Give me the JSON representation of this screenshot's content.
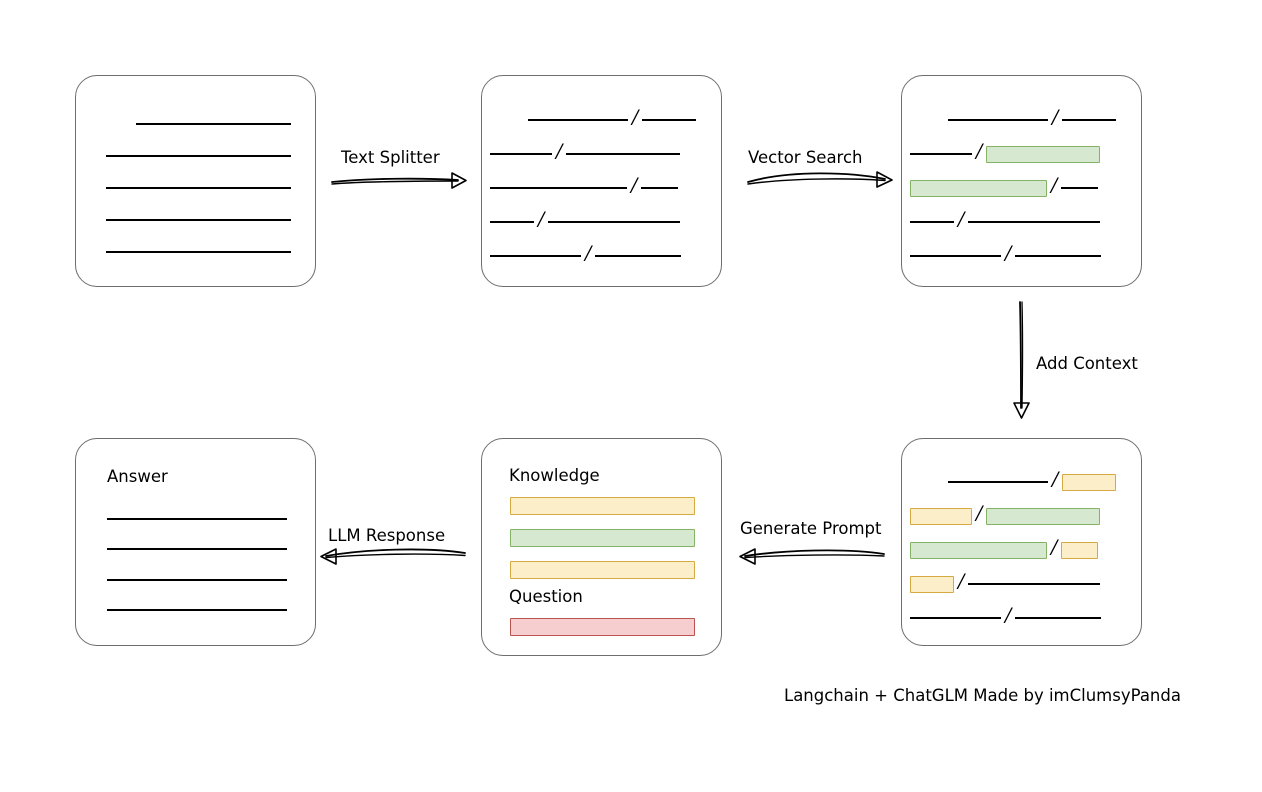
{
  "diagram": {
    "caption": "Langchain + ChatGLM Made by imClumsyPanda",
    "colors": {
      "green_fill": "#d7e8d0",
      "green_border": "#84b365",
      "yellow_fill": "#fdeeca",
      "yellow_border": "#d6aa43",
      "red_fill": "#f7ced0",
      "red_border": "#b85450",
      "box_border": "#6e6e6e",
      "line": "#000000"
    },
    "arrows": [
      {
        "id": "text-splitter",
        "label": "Text Splitter",
        "direction": "right"
      },
      {
        "id": "vector-search",
        "label": "Vector Search",
        "direction": "right"
      },
      {
        "id": "add-context",
        "label": "Add Context",
        "direction": "down"
      },
      {
        "id": "generate-prompt",
        "label": "Generate Prompt",
        "direction": "left"
      },
      {
        "id": "llm-response",
        "label": "LLM Response",
        "direction": "left"
      }
    ],
    "boxes": {
      "source_document": {
        "id": "source-document",
        "label": "",
        "rows": [
          {
            "lead": 60,
            "parts": [
              {
                "type": "line",
                "width": 155
              }
            ]
          },
          {
            "lead": 30,
            "parts": [
              {
                "type": "line",
                "width": 185
              }
            ]
          },
          {
            "lead": 30,
            "parts": [
              {
                "type": "line",
                "width": 185
              }
            ]
          },
          {
            "lead": 30,
            "parts": [
              {
                "type": "line",
                "width": 185
              }
            ]
          },
          {
            "lead": 30,
            "parts": [
              {
                "type": "line",
                "width": 185
              }
            ]
          }
        ]
      },
      "split_chunks": {
        "id": "split-chunks",
        "label": "",
        "rows": [
          {
            "lead": 46,
            "parts": [
              {
                "type": "line",
                "width": 100
              },
              {
                "type": "slash"
              },
              {
                "type": "line",
                "width": 54
              }
            ]
          },
          {
            "lead": 8,
            "parts": [
              {
                "type": "line",
                "width": 62
              },
              {
                "type": "slash"
              },
              {
                "type": "line",
                "width": 114
              }
            ]
          },
          {
            "lead": 8,
            "parts": [
              {
                "type": "line",
                "width": 137
              },
              {
                "type": "slash"
              },
              {
                "type": "line",
                "width": 37
              }
            ]
          },
          {
            "lead": 8,
            "parts": [
              {
                "type": "line",
                "width": 44
              },
              {
                "type": "slash"
              },
              {
                "type": "line",
                "width": 132
              }
            ]
          },
          {
            "lead": 8,
            "parts": [
              {
                "type": "line",
                "width": 91
              },
              {
                "type": "slash"
              },
              {
                "type": "line",
                "width": 86
              }
            ]
          }
        ]
      },
      "vector_results": {
        "id": "vector-results",
        "label": "",
        "rows": [
          {
            "lead": 46,
            "parts": [
              {
                "type": "line",
                "width": 100
              },
              {
                "type": "slash"
              },
              {
                "type": "line",
                "width": 54
              }
            ]
          },
          {
            "lead": 8,
            "parts": [
              {
                "type": "line",
                "width": 62
              },
              {
                "type": "slash"
              },
              {
                "type": "chip",
                "color": "green",
                "width": 114
              }
            ]
          },
          {
            "lead": 8,
            "parts": [
              {
                "type": "chip",
                "color": "green",
                "width": 137
              },
              {
                "type": "slash"
              },
              {
                "type": "line",
                "width": 37
              }
            ]
          },
          {
            "lead": 8,
            "parts": [
              {
                "type": "line",
                "width": 44
              },
              {
                "type": "slash"
              },
              {
                "type": "line",
                "width": 132
              }
            ]
          },
          {
            "lead": 8,
            "parts": [
              {
                "type": "line",
                "width": 91
              },
              {
                "type": "slash"
              },
              {
                "type": "line",
                "width": 86
              }
            ]
          }
        ]
      },
      "context_added": {
        "id": "context-added",
        "label": "",
        "rows": [
          {
            "lead": 46,
            "parts": [
              {
                "type": "line",
                "width": 100
              },
              {
                "type": "slash"
              },
              {
                "type": "chip",
                "color": "yellow",
                "width": 54
              }
            ]
          },
          {
            "lead": 8,
            "parts": [
              {
                "type": "chip",
                "color": "yellow",
                "width": 62
              },
              {
                "type": "slash"
              },
              {
                "type": "chip",
                "color": "green",
                "width": 114
              }
            ]
          },
          {
            "lead": 8,
            "parts": [
              {
                "type": "chip",
                "color": "green",
                "width": 137
              },
              {
                "type": "slash"
              },
              {
                "type": "chip",
                "color": "yellow",
                "width": 37
              }
            ]
          },
          {
            "lead": 8,
            "parts": [
              {
                "type": "chip",
                "color": "yellow",
                "width": 44
              },
              {
                "type": "slash"
              },
              {
                "type": "line",
                "width": 132
              }
            ]
          },
          {
            "lead": 8,
            "parts": [
              {
                "type": "line",
                "width": 91
              },
              {
                "type": "slash"
              },
              {
                "type": "line",
                "width": 86
              }
            ]
          }
        ]
      },
      "prompt": {
        "id": "prompt",
        "knowledge_label": "Knowledge",
        "question_label": "Question",
        "knowledge_bars": [
          {
            "color": "yellow"
          },
          {
            "color": "green"
          },
          {
            "color": "yellow"
          }
        ],
        "question_bars": [
          {
            "color": "red"
          }
        ]
      },
      "answer": {
        "id": "answer",
        "label": "Answer",
        "lines": [
          1,
          2,
          3,
          4
        ]
      }
    }
  }
}
